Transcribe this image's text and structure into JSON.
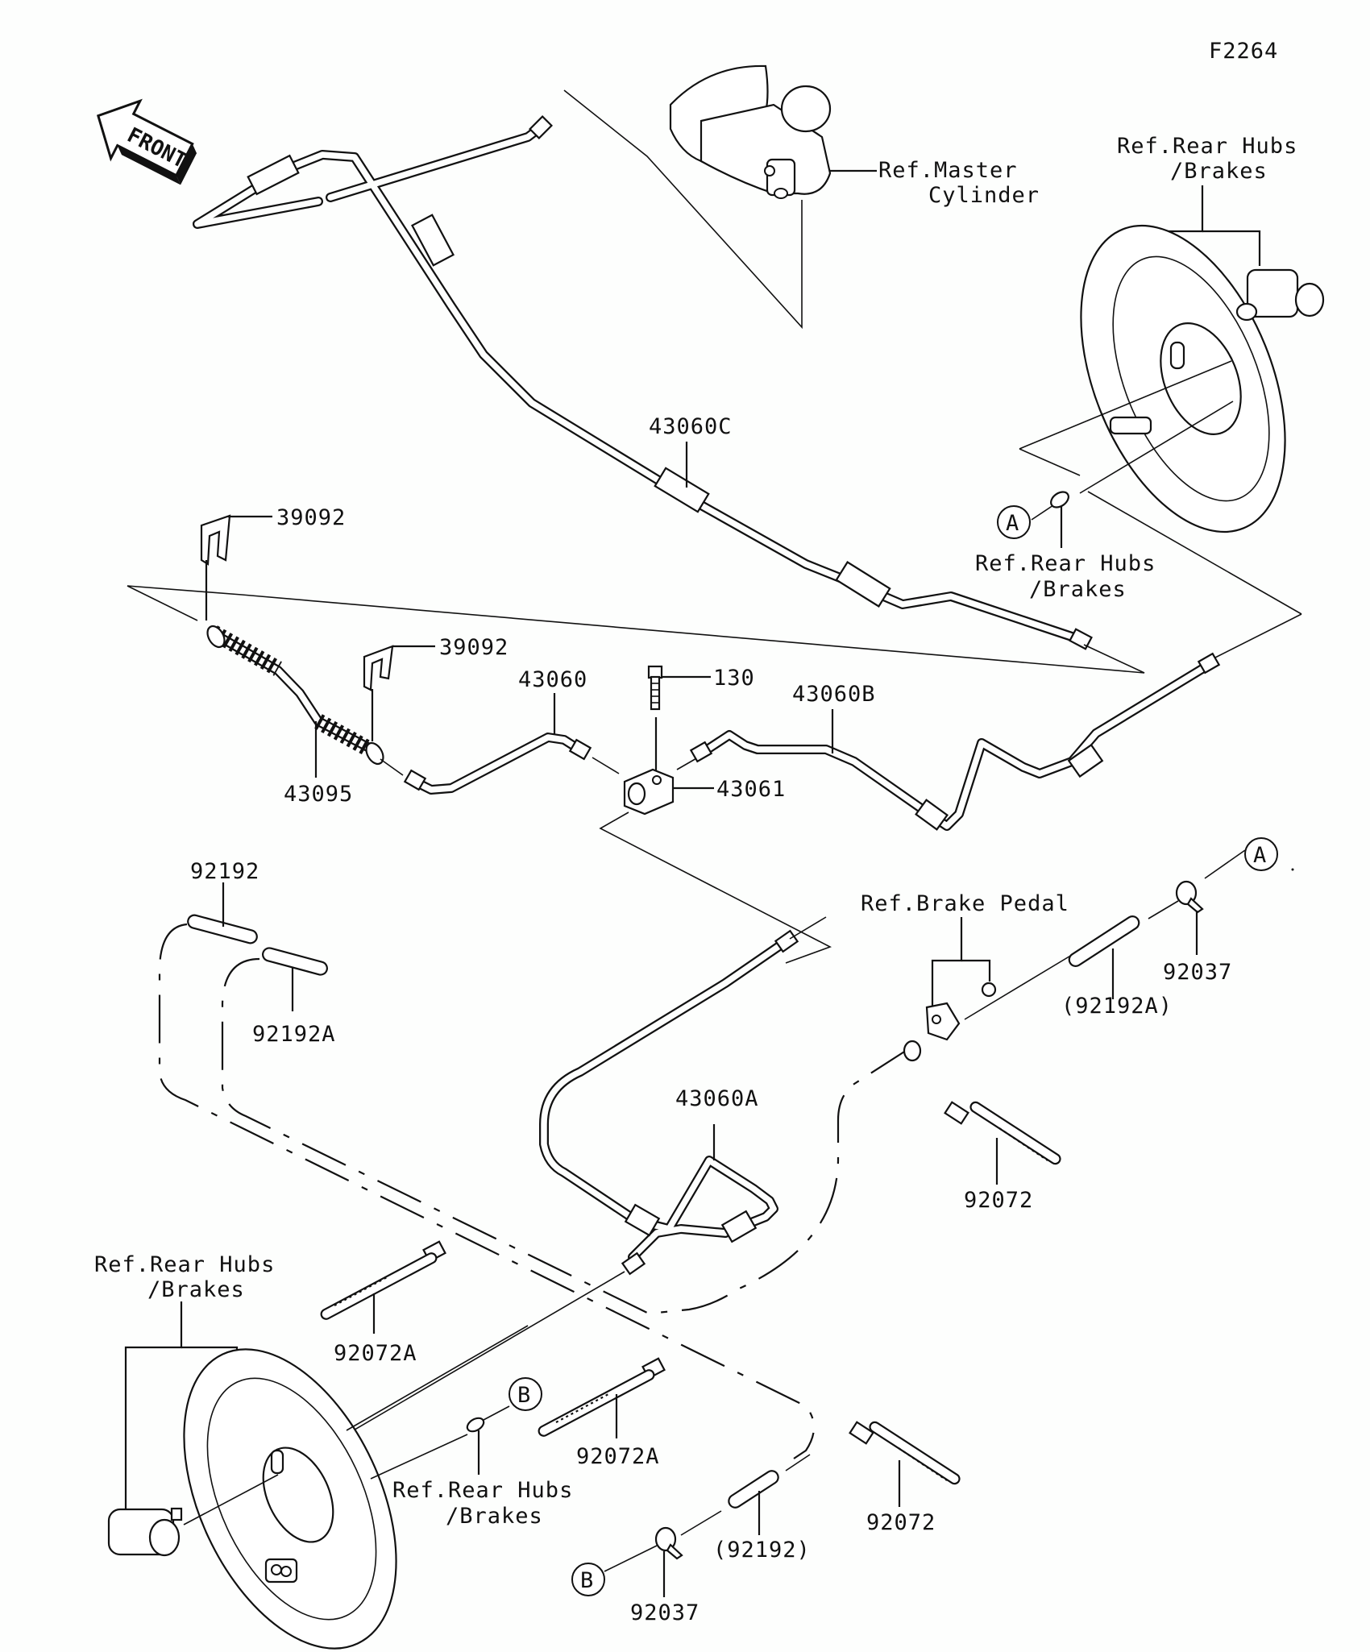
{
  "figure_id": "F2264",
  "front_indicator": "FRONT",
  "part_labels": [
    {
      "id": "43060C",
      "text": "43060C"
    },
    {
      "id": "39092a",
      "text": "39092"
    },
    {
      "id": "39092b",
      "text": "39092"
    },
    {
      "id": "43060",
      "text": "43060"
    },
    {
      "id": "130",
      "text": "130"
    },
    {
      "id": "43060B",
      "text": "43060B"
    },
    {
      "id": "43061",
      "text": "43061"
    },
    {
      "id": "43095",
      "text": "43095"
    },
    {
      "id": "92192",
      "text": "92192"
    },
    {
      "id": "92192A",
      "text": "92192A"
    },
    {
      "id": "92192A_paren",
      "text": "(92192A)"
    },
    {
      "id": "92037_top",
      "text": "92037"
    },
    {
      "id": "43060A",
      "text": "43060A"
    },
    {
      "id": "92072_upper",
      "text": "92072"
    },
    {
      "id": "92072A_left",
      "text": "92072A"
    },
    {
      "id": "92072A_mid",
      "text": "92072A"
    },
    {
      "id": "92192_paren",
      "text": "(92192)"
    },
    {
      "id": "92072_lower",
      "text": "92072"
    },
    {
      "id": "92037_bottom",
      "text": "92037"
    }
  ],
  "references": {
    "master_cylinder": {
      "line1": "Ref.Master",
      "line2": "Cylinder"
    },
    "rear_hubs_top_right": {
      "line1": "Ref.Rear Hubs",
      "line2": "/Brakes"
    },
    "rear_hubs_right_mid": {
      "line1": "Ref.Rear Hubs",
      "line2": "/Brakes"
    },
    "brake_pedal": {
      "line1": "Ref.Brake Pedal"
    },
    "rear_hubs_bottom_left": {
      "line1": "Ref.Rear Hubs",
      "line2": "/Brakes"
    },
    "rear_hubs_bottom_mid": {
      "line1": "Ref.Rear Hubs",
      "line2": "/Brakes"
    }
  },
  "connectors": {
    "A_top": "A",
    "A_right": "A",
    "B_top": "B",
    "B_bottom": "B"
  }
}
